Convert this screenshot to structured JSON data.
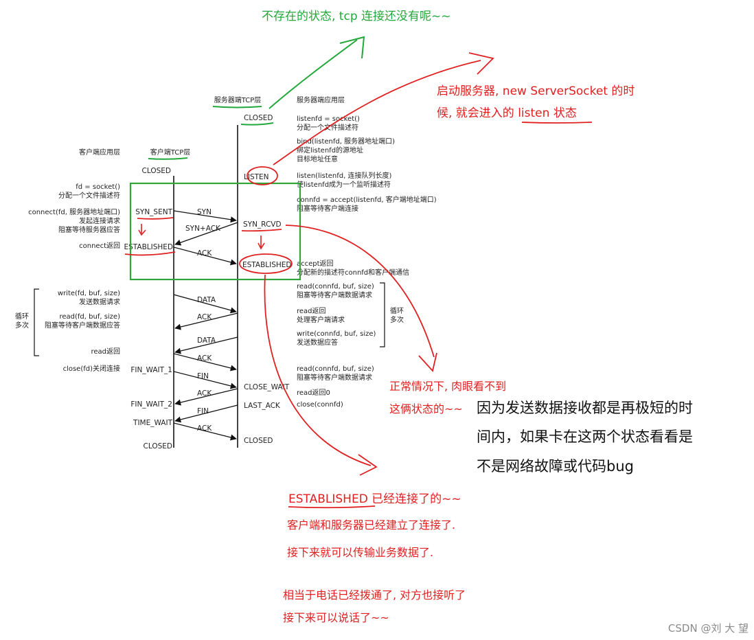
{
  "headers": {
    "server_tcp": "服务器端TCP层",
    "server_app": "服务器端应用层",
    "client_app": "客户端应用层",
    "client_tcp": "客户端TCP层"
  },
  "server_states": {
    "closed_top": "CLOSED",
    "listen": "LISTEN",
    "syn_rcvd": "SYN_RCVD",
    "established": "ESTABLISHED",
    "close_wait": "CLOSE_WAIT",
    "last_ack": "LAST_ACK",
    "closed_bottom": "CLOSED"
  },
  "client_states": {
    "closed_top": "CLOSED",
    "syn_sent": "SYN_SENT",
    "established": "ESTABLISHED",
    "fin_wait_1": "FIN_WAIT_1",
    "fin_wait_2": "FIN_WAIT_2",
    "time_wait": "TIME_WAIT",
    "closed_bottom": "CLOSED"
  },
  "segments": {
    "syn": "SYN",
    "syn_ack": "SYN+ACK",
    "ack1": "ACK",
    "data1": "DATA",
    "ack2": "ACK",
    "data2": "DATA",
    "ack3": "ACK",
    "fin1": "FIN",
    "ack4": "ACK",
    "fin2": "FIN",
    "ack5": "ACK"
  },
  "server_calls": {
    "socket": "listenfd = socket()",
    "socket_desc": "分配一个文件描述符",
    "bind": "bind(listenfd, 服务器地址端口)",
    "bind_desc1": "绑定listenfd的源地址",
    "bind_desc2": "目标地址任意",
    "listen": "listen(listenfd, 连接队列长度)",
    "listen_desc": "使listenfd成为一个监听描述符",
    "accept": "connfd = accept(listenfd, 客户端地址端口)",
    "accept_desc": "阻塞等待客户端连接",
    "accept_ret": "accept返回",
    "accept_ret_desc": "分配新的描述符connfd和客户端通信",
    "read1": "read(connfd, buf, size)",
    "read1_desc": "阻塞等待客户端数据请求",
    "read_ret": "read返回",
    "read_ret_desc": "处理客户端请求",
    "write": "write(connfd, buf, size)",
    "write_desc": "发送数据应答",
    "loop1": "循环",
    "loop2": "多次",
    "read2": "read(connfd, buf, size)",
    "read2_desc": "阻塞等待客户端数据请求",
    "read_ret0": "read返回0",
    "close": "close(connfd)"
  },
  "client_calls": {
    "socket": "fd = socket()",
    "socket_desc": "分配一个文件描述符",
    "connect": "connect(fd, 服务器地址端口)",
    "connect_desc1": "发起连接请求",
    "connect_desc2": "阻塞等待服务器应答",
    "connect_ret": "connect返回",
    "write": "write(fd, buf, size)",
    "write_desc": "发送数据请求",
    "read": "read(fd, buf, size)",
    "read_desc": "阻塞等待客户端数据应答",
    "loop1": "循环",
    "loop2": "多次",
    "read_ret": "read返回",
    "close": "close(fd)关闭连接"
  },
  "annotations": {
    "closed_note": "不存在的状态, tcp 连接还没有呢~~",
    "listen_note1": "启动服务器, new ServerSocket 的时",
    "listen_note2": "候, 就会进入的 listen 状态",
    "hidden_note1": "正常情况下, 肉眼看不到",
    "hidden_note2": "这俩状态的~~",
    "fast_note1": "因为发送数据接收都是再极短的时",
    "fast_note2": "间内，如果卡在这两个状态看看是",
    "fast_note3": "不是网络故障或代码bug",
    "est_title": "ESTABLISHED 已经连接了的~~",
    "est_line1": "客户端和服务器已经建立了连接了.",
    "est_line2": "接下来就可以传输业务数据了.",
    "phone_line1": "相当于电话已经拨通了, 对方也接听了",
    "phone_line2": "接下来可以说话了~~"
  },
  "watermark": "CSDN @刘 大 望",
  "colors": {
    "red": "#e02020",
    "green": "#22a83a",
    "box_green": "#31a43a",
    "black": "#111111"
  }
}
